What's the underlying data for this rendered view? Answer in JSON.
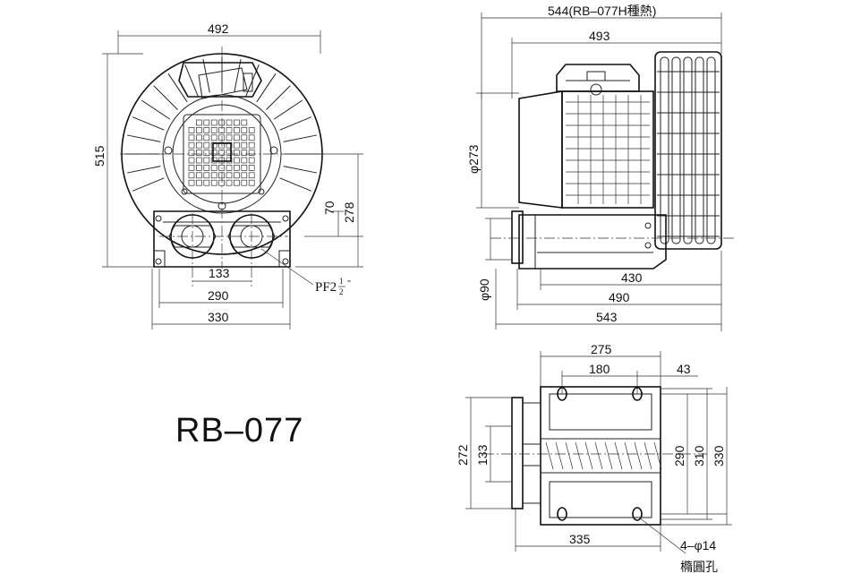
{
  "model_label": "RB–077",
  "front_view": {
    "overall_width": "492",
    "overall_height": "515",
    "outlet_height": "70",
    "center_height": "278",
    "port_spacing": "133",
    "base_inner": "290",
    "base_outer": "330",
    "port_thread": "PF2",
    "port_thread_frac_num": "1",
    "port_thread_frac_den": "2",
    "port_thread_suffix": "\""
  },
  "side_view": {
    "length_heat_dissipation": "544(RB–077H種熱)",
    "length_top": "493",
    "motor_diameter": "φ273",
    "pipe_diameter": "φ90",
    "length_430": "430",
    "length_490": "490",
    "length_543": "543"
  },
  "base_view": {
    "width_275": "275",
    "hole_spacing_180": "180",
    "offset_43": "43",
    "height_272": "272",
    "height_133": "133",
    "height_290": "290",
    "height_310": "310",
    "height_330": "330",
    "width_335": "335",
    "holes": "4–φ14",
    "hole_note": "橢圓孔"
  }
}
